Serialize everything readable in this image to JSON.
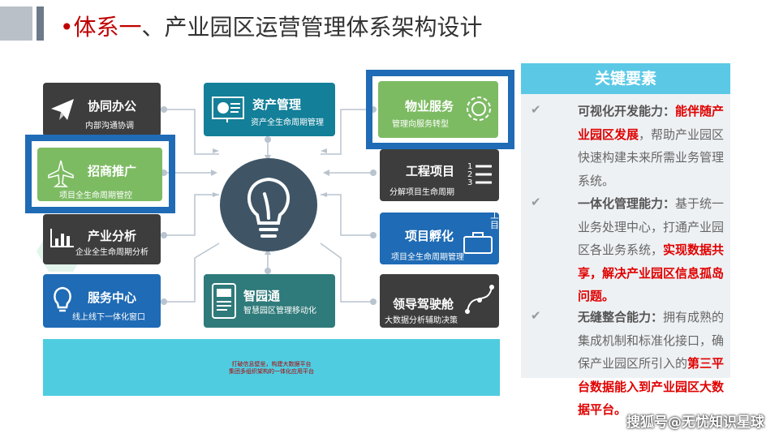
{
  "header": {
    "bullet": "•",
    "title_red": "体系一",
    "title_rest": "、产业园区运营管理体系架构设计"
  },
  "tiles": {
    "office": {
      "title": "协同办公",
      "subtitle": "内部沟通协调"
    },
    "asset": {
      "title": "资产管理",
      "subtitle": "资产全生命周期管理"
    },
    "property": {
      "title": "物业服务",
      "subtitle": "管理向服务转型"
    },
    "invest": {
      "title": "招商推广",
      "subtitle": "项目全生命周期管控"
    },
    "engineering": {
      "title": "工程项目",
      "subtitle": "分解项目生命周期"
    },
    "analysis": {
      "title": "产业分析",
      "subtitle": "企业全生命周期分析"
    },
    "incubation": {
      "title": "项目孵化",
      "subtitle": "项目全生命周期管理",
      "corner": "工\n目"
    },
    "service": {
      "title": "服务中心",
      "subtitle": "线上线下一体化窗口"
    },
    "smartpark": {
      "title": "智园通",
      "subtitle": "智慧园区管理移动化"
    },
    "cockpit": {
      "title": "领导驾驶舱",
      "subtitle": "大数据分析辅助决策"
    }
  },
  "bottom_band": {
    "line1": "打破信息壁垒，构建大数据平台",
    "line2": "集团多组织架构的一体化应用平台"
  },
  "panel": {
    "header": "关键要素",
    "check": "✔",
    "p1": {
      "bold": "可视化开发能力：",
      "hi": "能伴随产业园区发展",
      "rest": "，帮助产业园区快速构建未来所需业务管理系统。"
    },
    "p2": {
      "bold": "一体化管理能力：",
      "rest": "基于统一业务处理中心，打通产业园区各业务系统，",
      "hi": "实现数据共享，解决产业园区信息孤岛问题。"
    },
    "p3": {
      "bold": "无缝整合能力：",
      "rest": "拥有成熟的集成机制和标准化接口，确保产业园区所引入的",
      "hi": "第三平台数据能入到产业园区大数据平台。"
    }
  },
  "watermark": "搜狐号@无忧知识星球",
  "colors": {
    "dark": "#3d3d3d",
    "blue": "#1f6bb5",
    "teal": "#137f98",
    "green": "#7dbb63",
    "accent_red": "#c00000",
    "panel_header": "#5bc9e6",
    "band": "#4fcce0"
  }
}
